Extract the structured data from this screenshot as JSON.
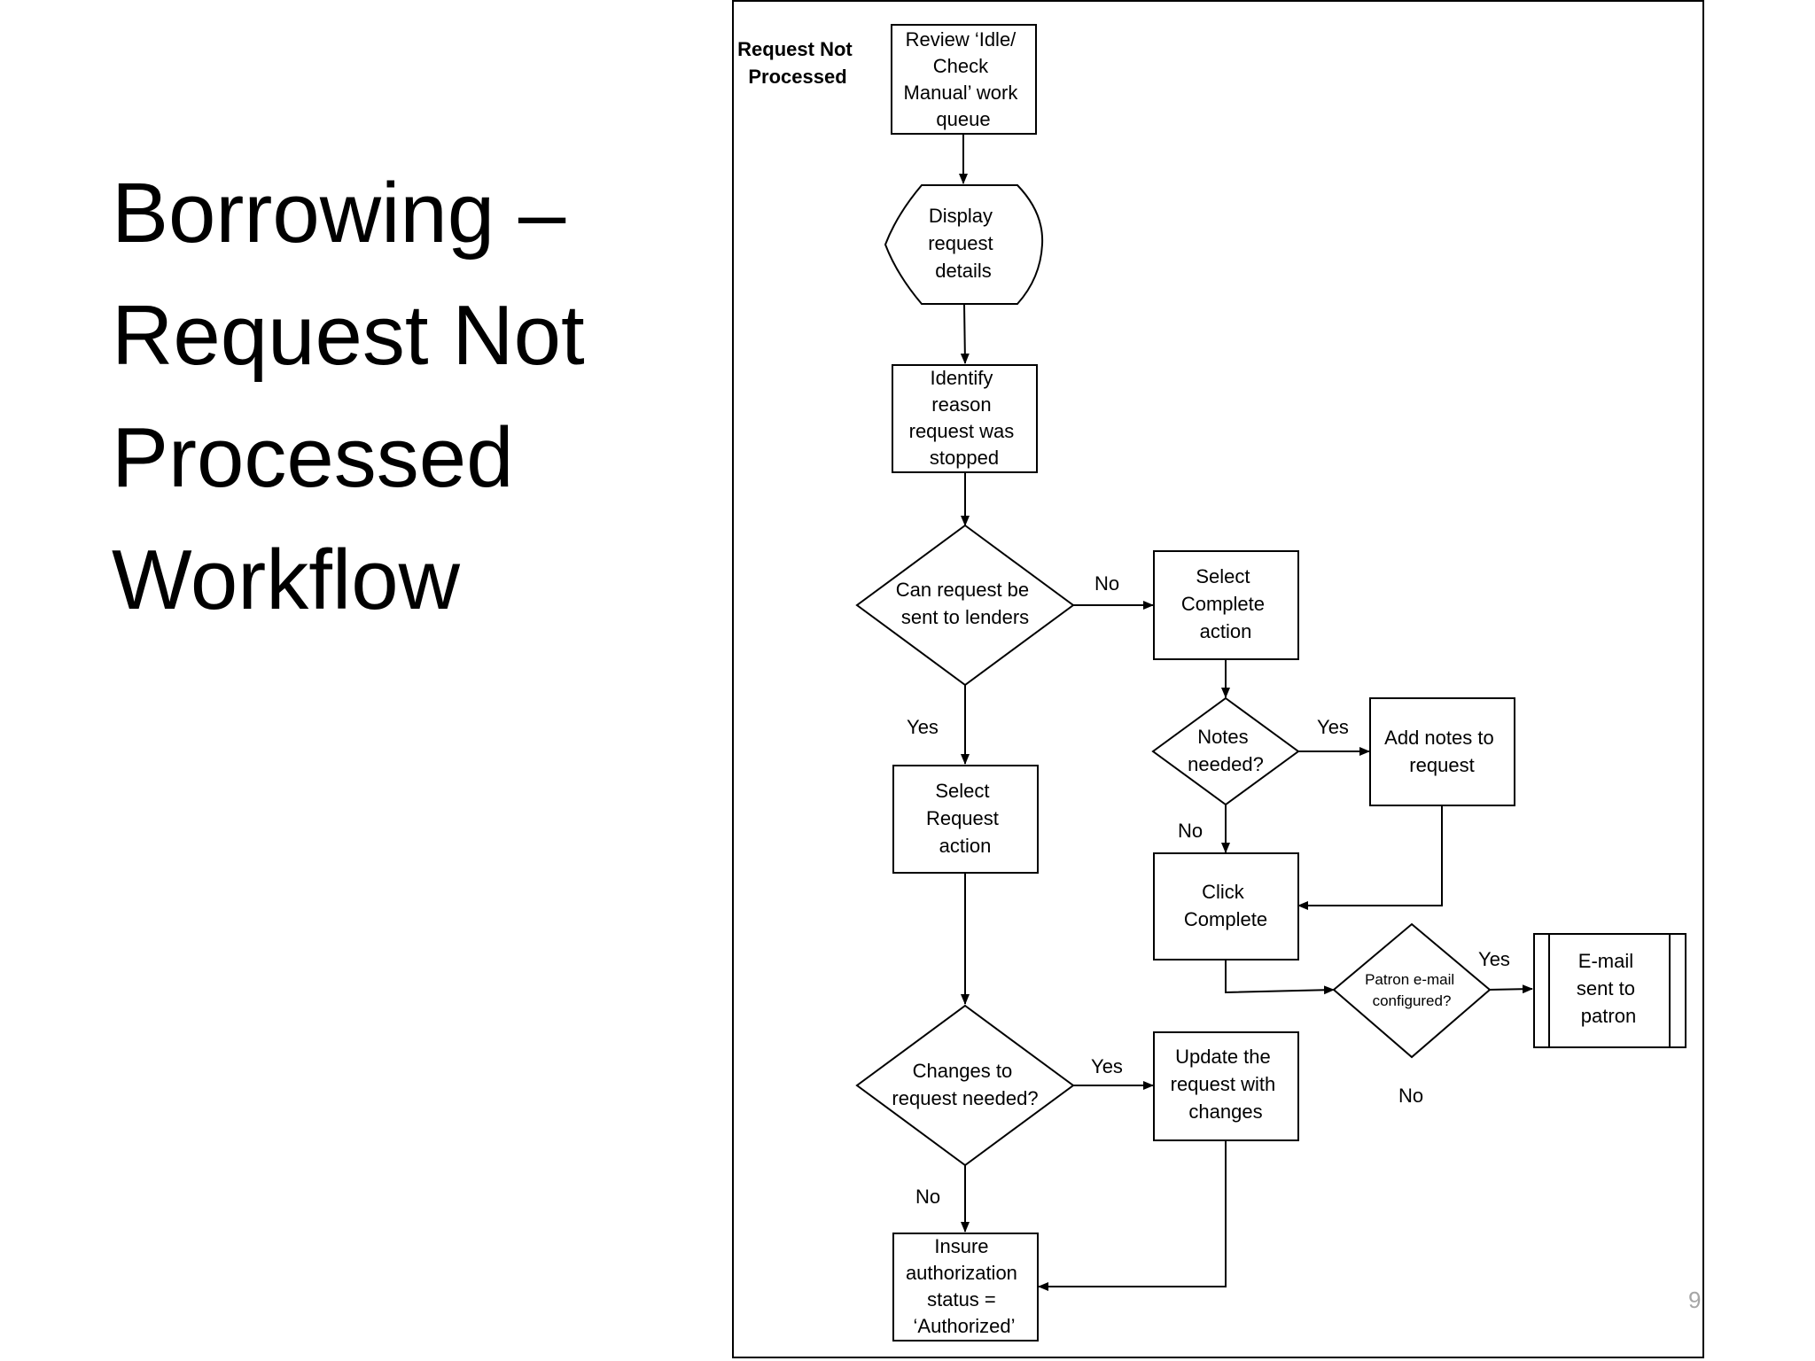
{
  "slide": {
    "title_lines": [
      "Borrowing –",
      "Request Not",
      "Processed",
      "Workflow"
    ],
    "page_number": "9"
  },
  "flowchart": {
    "lane_label": [
      "Request Not",
      "Processed"
    ],
    "nodes": {
      "review_queue": [
        "Review ‘Idle/",
        "Check",
        "Manual’ work",
        "queue"
      ],
      "display_details": [
        "Display",
        "request",
        "details"
      ],
      "identify_reason": [
        "Identify",
        "reason",
        "request was",
        "stopped"
      ],
      "can_send": [
        "Can request be",
        "sent to lenders"
      ],
      "select_complete": [
        "Select",
        "Complete",
        "action"
      ],
      "notes_needed": [
        "Notes",
        "needed?"
      ],
      "add_notes": [
        "Add notes to",
        "request"
      ],
      "select_request": [
        "Select",
        "Request",
        "action"
      ],
      "click_complete": [
        "Click",
        "Complete"
      ],
      "patron_email": [
        "Patron e-mail",
        "configured?"
      ],
      "email_sent": [
        "E-mail",
        "sent to",
        "patron"
      ],
      "changes_needed": [
        "Changes to",
        "request needed?"
      ],
      "update_request": [
        "Update the",
        "request with",
        "changes"
      ],
      "insure_auth": [
        "Insure",
        "authorization",
        "status =",
        "‘Authorized’"
      ]
    },
    "edge_labels": {
      "can_send_no": "No",
      "can_send_yes": "Yes",
      "notes_yes": "Yes",
      "notes_no": "No",
      "patron_yes": "Yes",
      "patron_no": "No",
      "changes_yes": "Yes",
      "changes_no": "No"
    }
  }
}
